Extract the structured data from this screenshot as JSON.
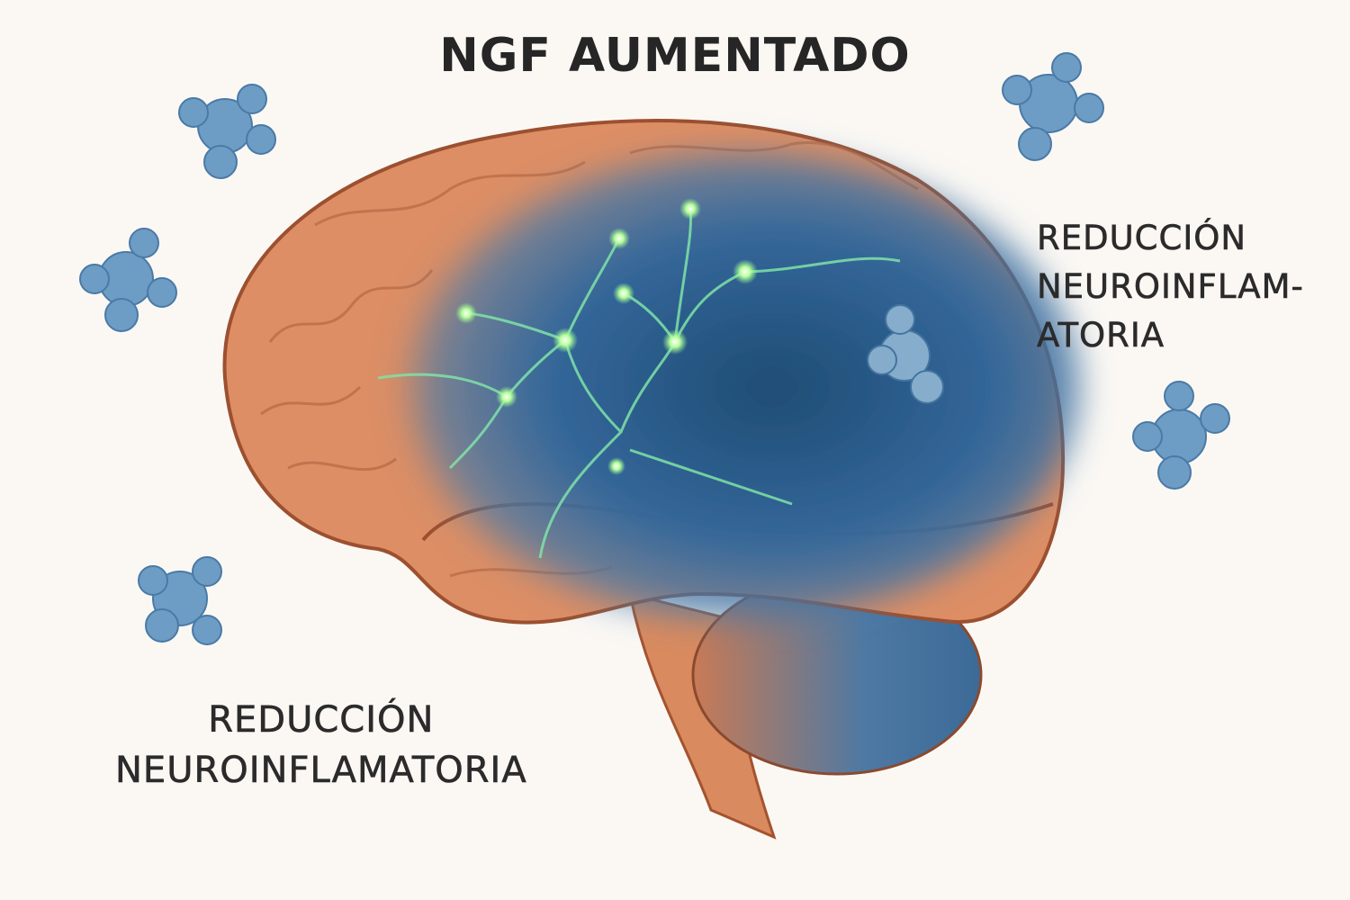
{
  "title": "NGF AUMENTADO",
  "right_label": {
    "line1": "REDUCCIÓN",
    "line2": "NEUROINFLAM-",
    "line3": "ATORIA"
  },
  "left_label": {
    "line1": "REDUCCIÓN",
    "line2": "NEUROINFLAMATORIA"
  },
  "colors": {
    "brain": "#d9875c",
    "highlight": "#2f5f8f",
    "neuron": "#8cf08c",
    "protein": "#6d9cc4"
  }
}
